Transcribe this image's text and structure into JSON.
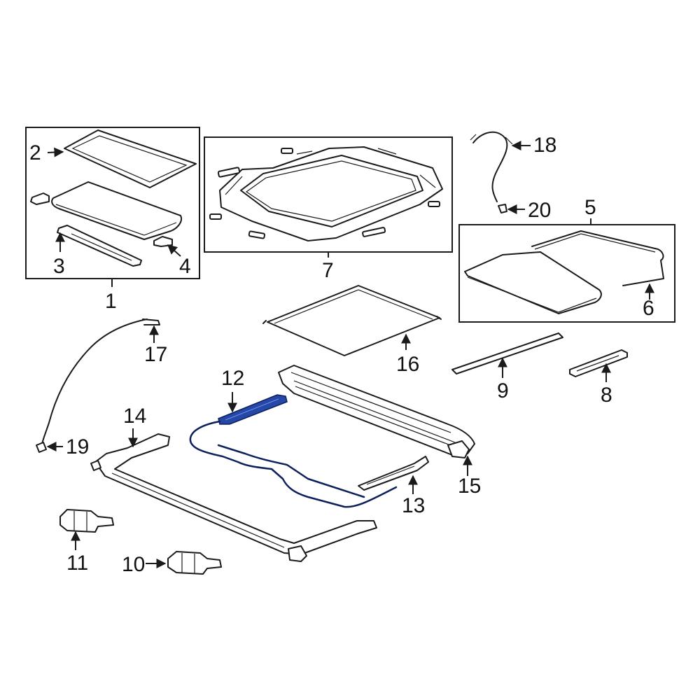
{
  "diagram": {
    "callouts": {
      "c1": "1",
      "c2": "2",
      "c3": "3",
      "c4": "4",
      "c5": "5",
      "c6": "6",
      "c7": "7",
      "c8": "8",
      "c9": "9",
      "c10": "10",
      "c11": "11",
      "c12": "12",
      "c13": "13",
      "c14": "14",
      "c15": "15",
      "c16": "16",
      "c17": "17",
      "c18": "18",
      "c19": "19",
      "c20": "20"
    },
    "highlight_color": "#2447a8",
    "highlighted_parts": [
      "12"
    ]
  }
}
